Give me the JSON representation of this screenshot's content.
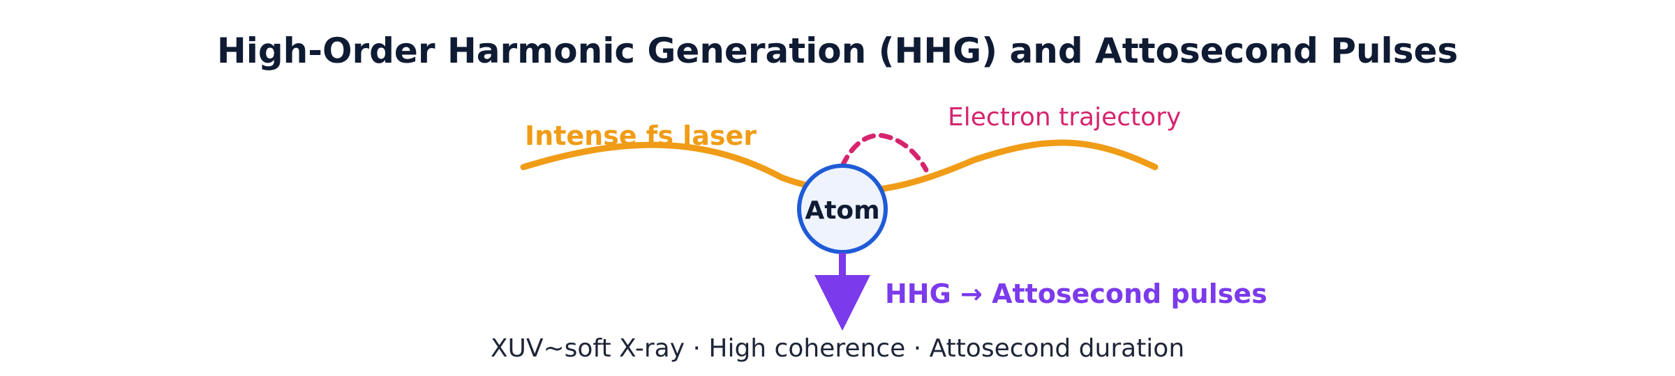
{
  "title": "High-Order Harmonic Generation (HHG) and Attosecond Pulses",
  "laser": {
    "label": "Intense fs laser",
    "color": "#F09C16"
  },
  "trajectory": {
    "label": "Electron trajectory",
    "color": "#D6246E"
  },
  "atom": {
    "label": "Atom",
    "stroke_color": "#1F5BD6",
    "fill_color": "#EEF3FD"
  },
  "hhg": {
    "label": "HHG → Attosecond pulses",
    "color": "#7B3AEB"
  },
  "features": "XUV~soft X-ray · High coherence · Attosecond duration",
  "colors": {
    "title": "#0F1B33",
    "text": "#1E2538"
  }
}
